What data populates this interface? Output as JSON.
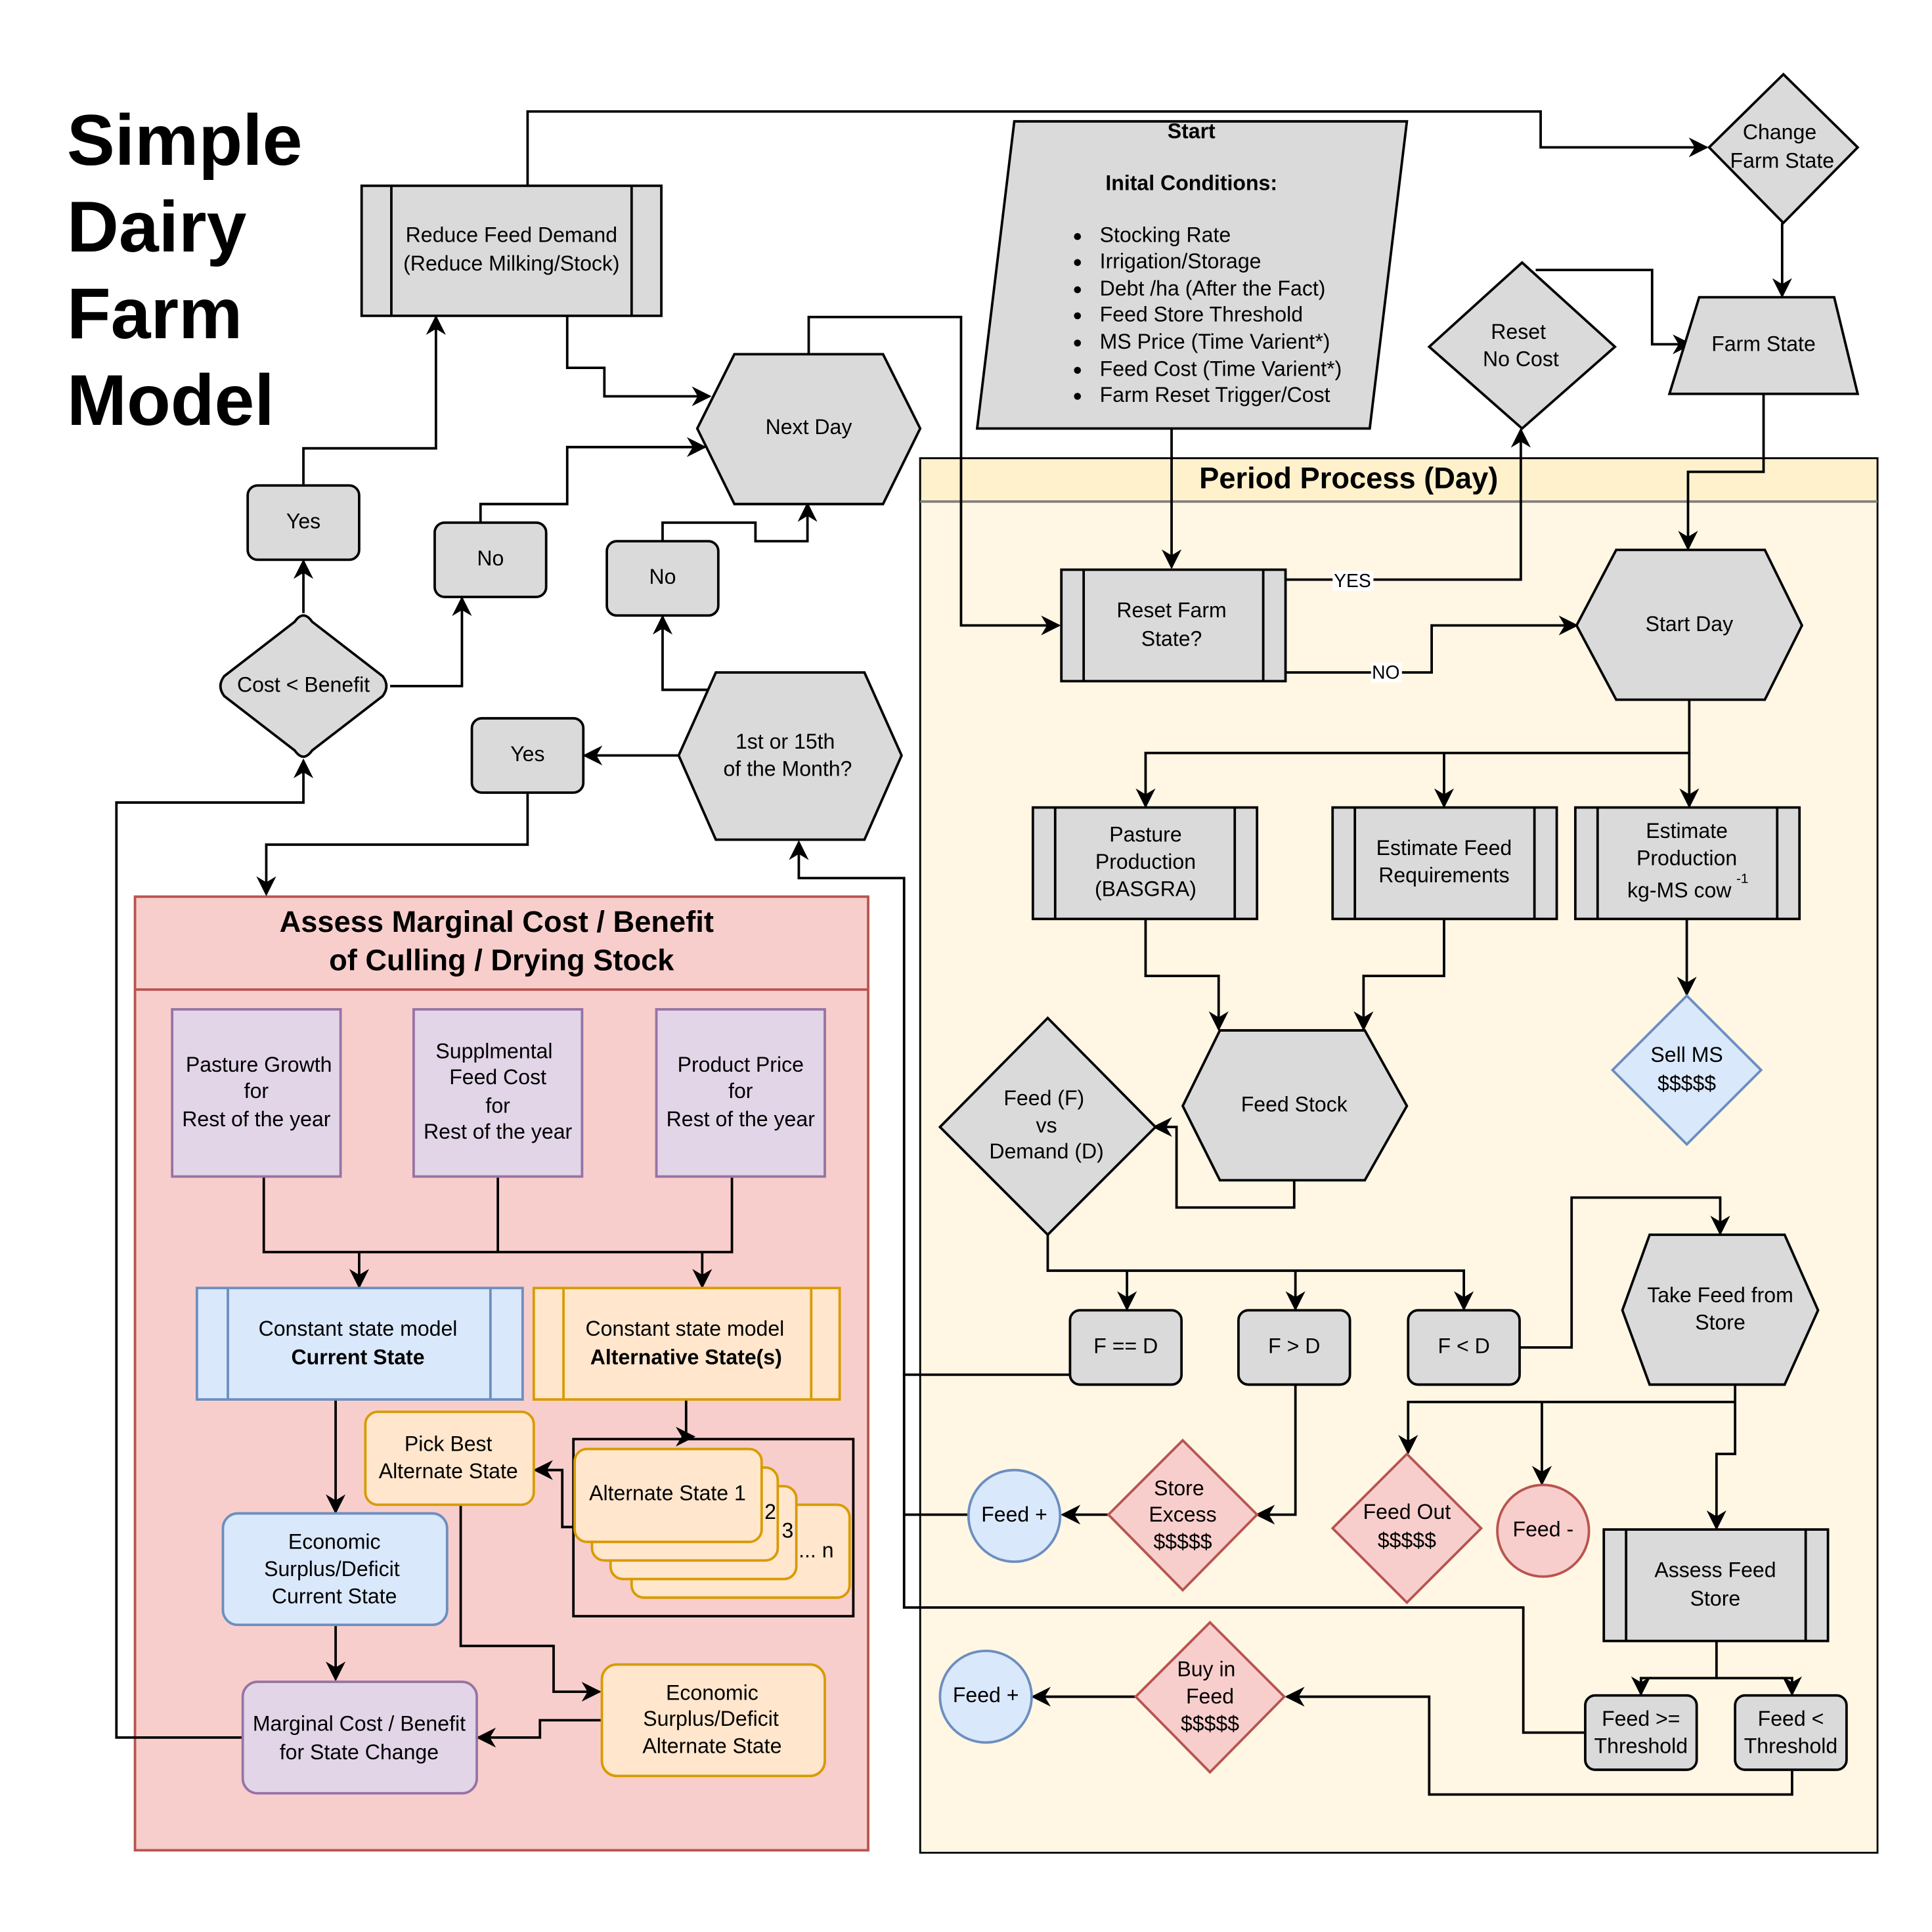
{
  "title": {
    "lines": [
      "Simple",
      "Dairy",
      "Farm",
      "Model"
    ]
  },
  "colors": {
    "process_gray": "#dadada",
    "period_lane_fill": "#fff7e4",
    "period_lane_header": "#fff1cc",
    "assess_lane_fill": "#f8cecc",
    "assess_lane_stroke": "#b85450",
    "purple_fill": "#e1d5e7",
    "blue_fill": "#dae8fc",
    "orange_fill": "#ffe6cc",
    "red_fill": "#f8cecc"
  },
  "top": {
    "reduce_feed": [
      "Reduce Feed Demand",
      "(Reduce Milking/Stock)"
    ],
    "next_day": "Next Day",
    "start": {
      "heading": "Start",
      "subheading": "Inital Conditions:",
      "items": [
        "Stocking Rate",
        "Irrigation/Storage",
        "Debt /ha (After the Fact)",
        "Feed Store Threshold",
        "MS Price (Time Varient*)",
        "Feed Cost (Time Varient*)",
        "Farm Reset Trigger/Cost"
      ]
    },
    "change_farm_state": [
      "Change",
      "Farm State"
    ],
    "reset_no_cost": [
      "Reset",
      "No Cost"
    ],
    "farm_state": "Farm State"
  },
  "decision": {
    "yes_top": "Yes",
    "no_left": "No",
    "no_right": "No",
    "cost_benefit": "Cost < Benefit",
    "yes_month": "Yes",
    "month_check": [
      "1st or 15th",
      "of the Month?"
    ]
  },
  "period": {
    "title": "Period Process (Day)",
    "reset_farm_state": [
      "Reset Farm",
      "State?"
    ],
    "yes_label": "YES",
    "no_label": "NO",
    "start_day": "Start Day",
    "pasture_production": [
      "Pasture",
      "Production",
      "(BASGRA)"
    ],
    "estimate_feed": [
      "Estimate Feed",
      "Requirements"
    ],
    "estimate_production": [
      "Estimate",
      "Production",
      "kg-MS cow",
      "-1"
    ],
    "sell_ms": [
      "Sell MS",
      "$$$$$"
    ],
    "feed_vs_demand": [
      "Feed (F)",
      "vs",
      "Demand (D)"
    ],
    "feed_stock": "Feed Stock",
    "f_eq_d": "F == D",
    "f_gt_d": "F > D",
    "f_lt_d": "F < D",
    "take_feed": [
      "Take Feed from",
      "Store"
    ],
    "store_excess": [
      "Store",
      "Excess",
      "$$$$$"
    ],
    "feed_plus_1": "Feed +",
    "feed_out": [
      "Feed Out",
      "$$$$$"
    ],
    "feed_minus": "Feed -",
    "assess_feed_store": [
      "Assess Feed",
      "Store"
    ],
    "buy_in_feed": [
      "Buy in",
      "Feed",
      "$$$$$"
    ],
    "feed_plus_2": "Feed +",
    "feed_ge_threshold": [
      "Feed >=",
      "Threshold"
    ],
    "feed_lt_threshold": [
      "Feed <",
      "Threshold"
    ]
  },
  "assess": {
    "title": [
      "Assess Marginal Cost / Benefit",
      "of Culling / Drying Stock"
    ],
    "pasture_growth": [
      "Pasture Growth",
      "for",
      "Rest of the year"
    ],
    "supp_feed": [
      "Supplmental",
      "Feed Cost",
      "for",
      "Rest of the year"
    ],
    "product_price": [
      "Product Price",
      "for",
      "Rest of the year"
    ],
    "const_current": [
      "Constant state model",
      "Current State"
    ],
    "const_alt": [
      "Constant state model",
      "Alternative State(s)"
    ],
    "pick_best": [
      "Pick Best",
      "Alternate State"
    ],
    "alt_state_1": "Alternate State 1",
    "alt_2": "2",
    "alt_3": "3",
    "alt_n": "... n",
    "econ_current": [
      "Economic",
      "Surplus/Deficit",
      "Current State"
    ],
    "econ_alt": [
      "Economic",
      "Surplus/Deficit",
      "Alternate State"
    ],
    "marginal": [
      "Marginal Cost / Benefit",
      "for State Change"
    ]
  }
}
